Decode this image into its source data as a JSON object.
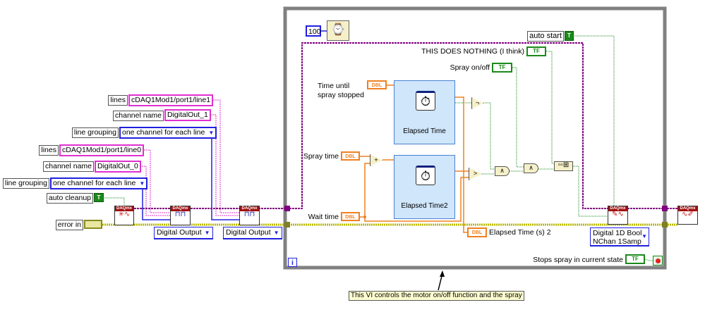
{
  "config_left": [
    {
      "label": "lines",
      "value": "cDAQ1Mod1/port1/line1"
    },
    {
      "label": "channel name",
      "value": "DigitalOut_1"
    },
    {
      "label": "line grouping",
      "value": "one channel for each line"
    },
    {
      "label": "lines",
      "value": "cDAQ1Mod1/port1/line0"
    },
    {
      "label": "channel name",
      "value": "DigitalOut_0"
    },
    {
      "label": "line grouping",
      "value": "one channel for each line"
    }
  ],
  "auto_cleanup": {
    "label": "auto cleanup",
    "value": "T"
  },
  "error_in": {
    "label": "error in"
  },
  "daqmx_header": "DAQmx",
  "create_channel_selectors": [
    "Digital Output",
    "Digital Output"
  ],
  "loop": {
    "wait_ms": "100",
    "auto_start": {
      "label": "auto start",
      "value": "T"
    },
    "does_nothing": {
      "label": "THIS DOES NOTHING (I think)",
      "value": "TF"
    },
    "spray_onoff": {
      "label": "Spray on/off",
      "value": "TF"
    },
    "time_until": {
      "label": "Time until\nspray stopped",
      "type": "DBL"
    },
    "spray_time": {
      "label": "Spray time",
      "type": "DBL"
    },
    "wait_time": {
      "label": "Wait time",
      "type": "DBL"
    },
    "elapsed1": "Elapsed Time",
    "elapsed2": "Elapsed Time2",
    "elapsed_out": {
      "label": "Elapsed Time (s) 2",
      "type": "DBL"
    },
    "write_selector": "Digital 1D Bool\nNChan 1Samp",
    "stop": {
      "label": "Stops spray in current state",
      "value": "TF"
    },
    "iteration": "i",
    "gates": {
      "add": "+",
      "not": "¬",
      "greater": ">",
      "and": "∧"
    }
  },
  "comment": "This VI controls the motor on/off function and the spray",
  "colors": {
    "string_wire": "#e030d0",
    "task_wire": "#800080",
    "error_wire": "#c8c800",
    "bool_wire": "#1a8a1a",
    "dbl_wire": "#f08020",
    "enum_wire": "#2020e0",
    "loop_border": "#808080"
  }
}
